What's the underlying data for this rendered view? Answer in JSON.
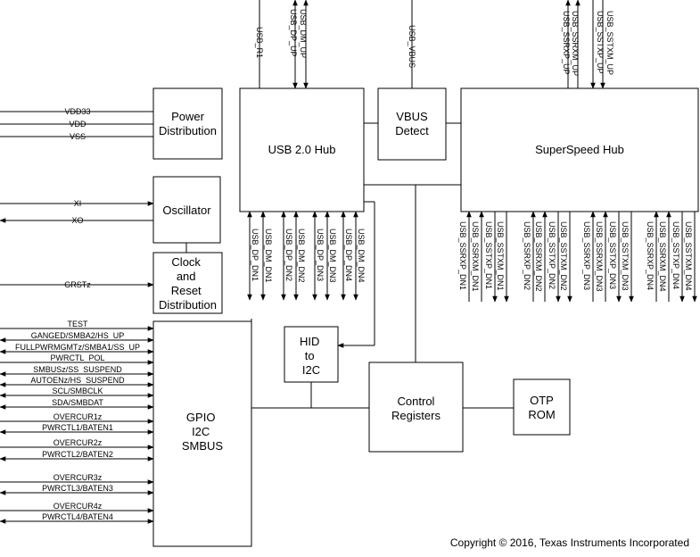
{
  "blocks": {
    "power_distribution": [
      "Power",
      "Distribution"
    ],
    "usb2_hub": "USB 2.0 Hub",
    "vbus_detect": [
      "VBUS",
      "Detect"
    ],
    "superspeed_hub": "SuperSpeed Hub",
    "oscillator": "Oscillator",
    "clock_reset": [
      "Clock",
      "and",
      "Reset",
      "Distribution"
    ],
    "hid_i2c": [
      "HID",
      "to",
      "I2C"
    ],
    "control_registers": [
      "Control",
      "Registers"
    ],
    "otp_rom": [
      "OTP",
      "ROM"
    ],
    "gpio": [
      "GPIO",
      "I2C",
      "SMBUS"
    ]
  },
  "power_signals": [
    "VDD33",
    "VDD",
    "VSS"
  ],
  "clock_signals": {
    "xi": "XI",
    "xo": "XO",
    "grst": "GRSTz"
  },
  "gpio_signals": [
    "TEST",
    "GANGED/SMBA2/HS_UP",
    "FULLPWRMGMTz/SMBA1/SS_UP",
    "PWRCTL_POL",
    "SMBUSz/SS_SUSPEND",
    "AUTOENz/HS_SUSPEND",
    "SCL/SMBCLK",
    "SDA/SMBDAT",
    "OVERCUR1z",
    "PWRCTL1/BATEN1",
    "OVERCUR2z",
    "PWRCTL2/BATEN2",
    "OVERCUR3z",
    "PWRCTL3/BATEN3",
    "OVERCUR4z",
    "PWRCTL4/BATEN4"
  ],
  "top_signals": {
    "usb_r1": "USB_R1",
    "usb2_up": [
      "USB_DM_UP",
      "USB_DP_UP"
    ],
    "usb_vbus": "USB_VBUS",
    "ss_up": [
      "USB_SSRXM_UP",
      "USB_SSRXP_UP",
      "USB_SSTXM_UP",
      "USB_SSTXP_UP"
    ]
  },
  "usb2_down_signals": [
    "USB_DP_DN1",
    "USB_DM_DN1",
    "USB_DP_DN2",
    "USB_DM_DN2",
    "USB_DP_DN3",
    "USB_DM_DN3",
    "USB_DP_DN4",
    "USB_DM_DN4"
  ],
  "ss_down_signals": [
    "USB_SSRXP_DN1",
    "USB_SSRXM_DN1",
    "USB_SSTXP_DN1",
    "USB_SSTXM_DN1",
    "USB_SSRXP_DN2",
    "USB_SSRXM_DN2",
    "USB_SSTXP_DN2",
    "USB_SSTXM_DN2",
    "USB_SSRXP_DN3",
    "USB_SSRXM_DN3",
    "USB_SSTXP_DN3",
    "USB_SSTXM_DN3",
    "USB_SSRXP_DN4",
    "USB_SSRXM_DN4",
    "USB_SSTXP_DN4",
    "USB_SSTXM_DN4"
  ],
  "copyright": "Copyright © 2016, Texas Instruments Incorporated"
}
